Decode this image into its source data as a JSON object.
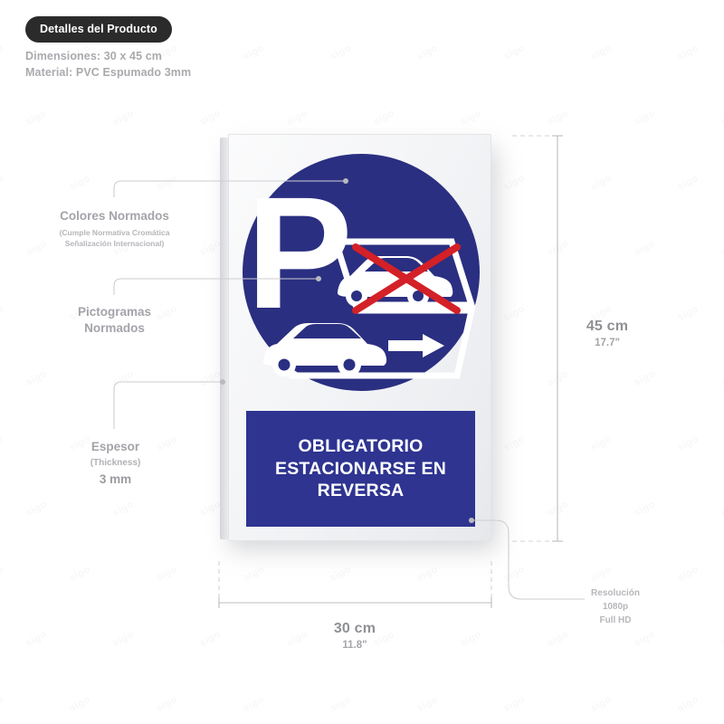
{
  "header": {
    "badge_label": "Detalles del Producto",
    "spec_dimensions": "Dimensiones: 30 x 45 cm",
    "spec_material": "Material: PVC Espumado 3mm"
  },
  "sign": {
    "banner_lines": [
      "OBLIGATORIO",
      "ESTACIONARSE EN",
      "REVERSA"
    ],
    "pictogram_letter": "P",
    "colors": {
      "circle_blue": "#2a2f81",
      "banner_blue": "#2e3490",
      "prohibition_red": "#d42027",
      "pictogram_white": "#ffffff"
    }
  },
  "callouts": {
    "colores": {
      "title": "Colores Normados",
      "sub_line1": "(Cumple Normativa Cromática",
      "sub_line2": "Señalización Internacional)"
    },
    "pictogramas": {
      "title_line1": "Pictogramas",
      "title_line2": "Normados"
    },
    "espesor": {
      "title": "Espesor",
      "subtitle": "(Thickness)",
      "value": "3 mm"
    }
  },
  "dimensions": {
    "height_cm": "45 cm",
    "height_in": "17.7\"",
    "width_cm": "30 cm",
    "width_in": "11.8\""
  },
  "resolution": {
    "label": "Resolución",
    "value": "1080p",
    "quality": "Full HD"
  },
  "watermark": {
    "text": "sigo"
  }
}
